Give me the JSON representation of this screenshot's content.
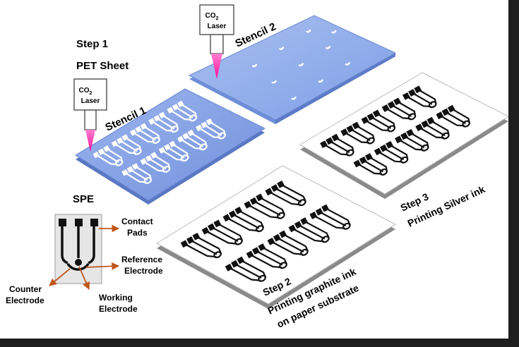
{
  "step1": {
    "title": "Step 1",
    "subtitle": "PET Sheet"
  },
  "laser": {
    "line1": "CO",
    "subscript": "2",
    "line2": "Laser"
  },
  "stencil1": {
    "label": "Stencil 1"
  },
  "stencil2": {
    "label": "Stencil 2"
  },
  "step2": {
    "title": "Step 2",
    "line1": "Printing graphite ink",
    "line2": "on paper substrate"
  },
  "step3": {
    "title": "Step 3",
    "line1": "Printing Silver ink"
  },
  "spe": {
    "title": "SPE",
    "contact_pads": [
      "Contact",
      "Pads"
    ],
    "reference_electrode": [
      "Reference",
      "Electrode"
    ],
    "counter_electrode": [
      "Counter",
      "Electrode"
    ],
    "working_electrode": [
      "Working",
      "Electrode"
    ]
  },
  "colors": {
    "stencil_blue": "#7f9ee4",
    "stencil2_blue": "#8aa8e8",
    "laser_beam": "#ff1aa8",
    "arrow": "#c0561a",
    "electrode_black": "#111111"
  }
}
